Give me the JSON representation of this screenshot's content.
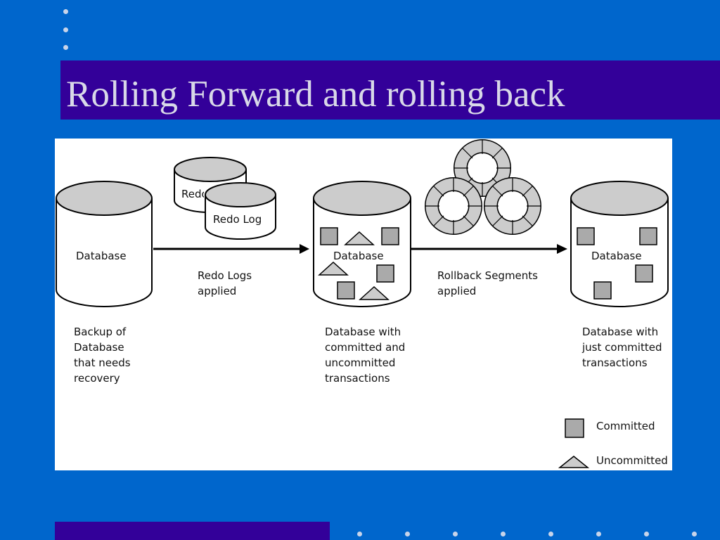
{
  "slide": {
    "title": "Rolling Forward and rolling back"
  },
  "diagram": {
    "db_left_label": "Database",
    "redo_back_label": "Redo",
    "redo_front_label": "Redo Log",
    "db_middle_label": "Database",
    "db_right_label": "Database",
    "arrow1_label_line1": "Redo Logs",
    "arrow1_label_line2": "applied",
    "arrow2_label_line1": "Rollback Segments",
    "arrow2_label_line2": "applied",
    "caption_left": [
      "Backup of",
      "Database",
      "that needs",
      "recovery"
    ],
    "caption_middle": [
      "Database with",
      "committed and",
      "uncommitted",
      "transactions"
    ],
    "caption_right": [
      "Database with",
      "just committed",
      "transactions"
    ],
    "legend": {
      "committed": "Committed",
      "uncommitted": "Uncommitted"
    }
  },
  "colors": {
    "background": "#0066cc",
    "title_bar": "#330099",
    "title_text": "#d8d8e8",
    "cylinder_top": "#cccccc",
    "shape_fill": "#aaaaaa"
  }
}
